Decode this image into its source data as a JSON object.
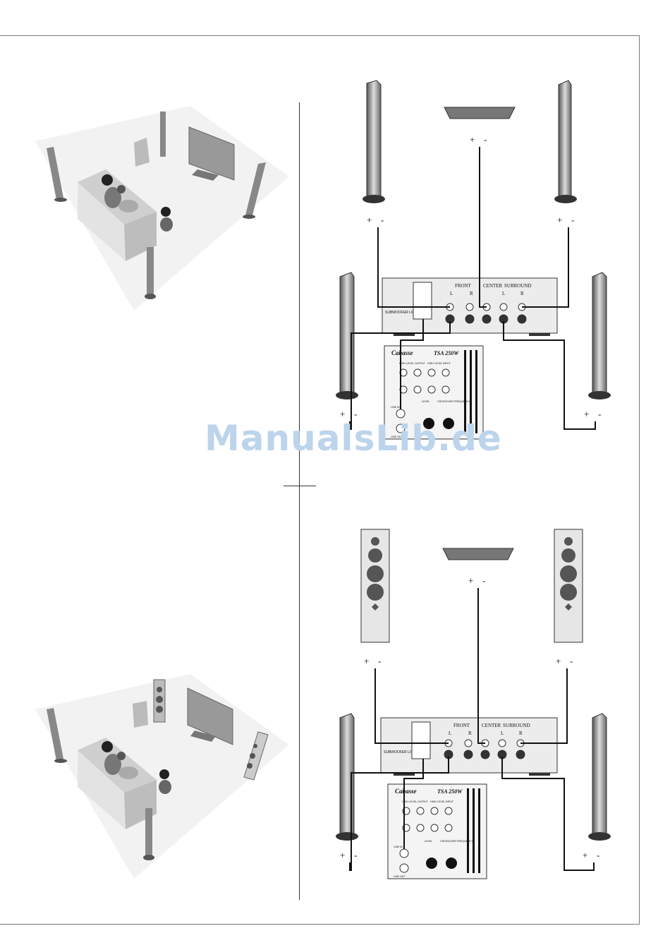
{
  "watermark": "ManualsLib.de",
  "diagrams": [
    {
      "amp_labels": {
        "front": "FRONT",
        "center": "CENTER",
        "surround": "SURROUND",
        "sub": "SUBWOOFER LFE"
      },
      "sub": {
        "brand": "Cabasse",
        "model": "TSA 250W",
        "hl_out": "HIGH LEVEL OUTPUT",
        "hl_in": "HIGH LEVEL INPUT",
        "line_in": "LINE IN",
        "line_out": "LINE OUT",
        "level": "LEVEL",
        "crossover": "CROSSOVER FREQUENCY"
      }
    },
    {
      "amp_labels": {
        "front": "FRONT",
        "center": "CENTER",
        "surround": "SURROUND",
        "sub": "SUBWOOFER LFE"
      },
      "sub": {
        "brand": "Cabasse",
        "model": "TSA 250W",
        "hl_out": "HIGH LEVEL OUTPUT",
        "hl_in": "HIGH LEVEL INPUT",
        "line_in": "LINE IN",
        "line_out": "LINE OUT",
        "level": "LEVEL",
        "crossover": "CROSSOVER FREQUENCY"
      }
    }
  ],
  "polarity": {
    "plus": "+",
    "minus": "-"
  },
  "channel_letters": {
    "l": "L",
    "r": "R"
  },
  "colors": {
    "accent": "#bcd4ec",
    "ink": "#111111"
  }
}
